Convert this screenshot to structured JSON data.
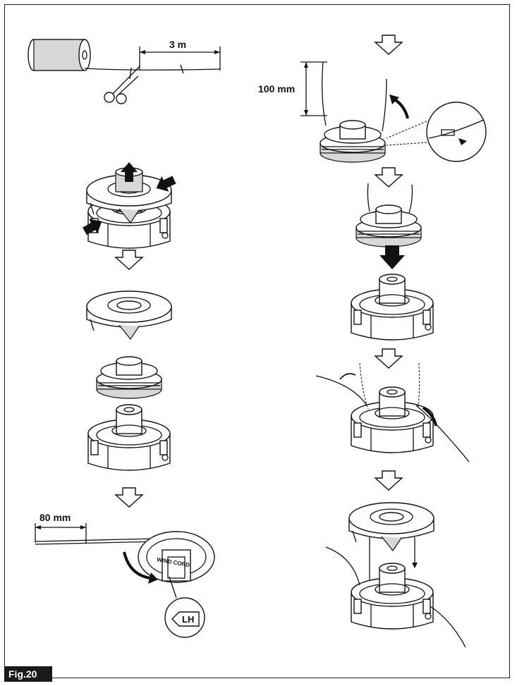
{
  "figure": {
    "label": "Fig.20"
  },
  "measurements": {
    "cord_length": "3 m",
    "lead_length": "100 mm",
    "end_length": "80 mm"
  },
  "spool_markings": {
    "wind_cord": "WIND CORD",
    "direction": "LH"
  },
  "colors": {
    "ink": "#111111",
    "label_bg": "#1a1a1a",
    "label_text": "#ffffff"
  },
  "icons": [
    "scissors-icon",
    "cord-reel-icon",
    "push-arrow-icon",
    "flow-arrow-down-icon",
    "rotate-arrow-icon"
  ]
}
